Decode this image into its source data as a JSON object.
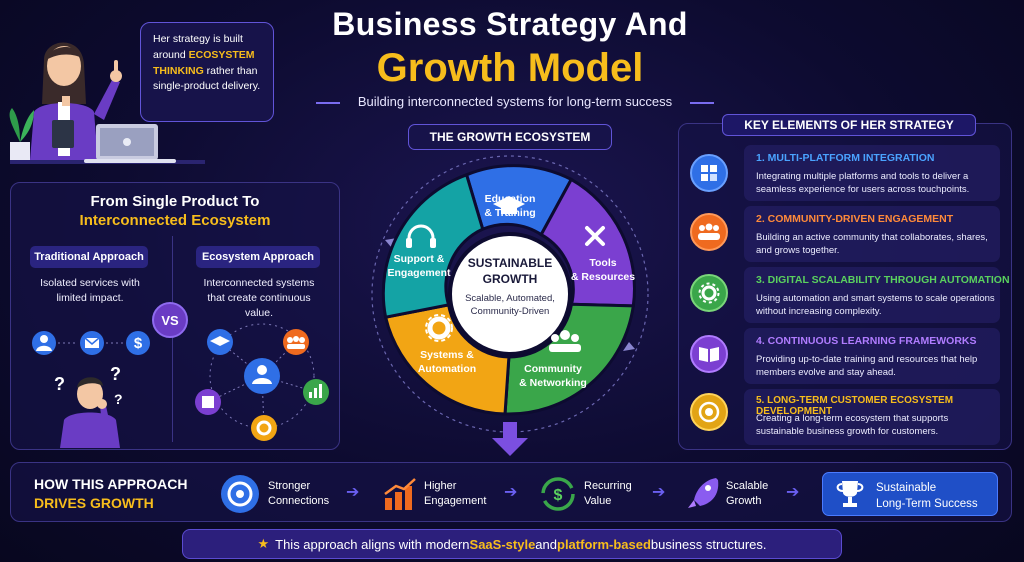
{
  "title": {
    "line1": "Business Strategy And",
    "line2": "Growth Model",
    "subtitle": "Building interconnected systems for long-term success"
  },
  "bubble": {
    "p1": "Her strategy is built around ",
    "hl": "ECOSYSTEM THINKING",
    "p2": " rather than single-product delivery."
  },
  "left": {
    "title_line1": "From Single Product To",
    "title_line2": "Interconnected Ecosystem",
    "traditional": {
      "label": "Traditional Approach",
      "desc": "Isolated services with limited impact."
    },
    "vs": "VS",
    "ecosystem": {
      "label": "Ecosystem Approach",
      "desc": "Interconnected systems that create continuous value."
    },
    "question_marks": [
      "?",
      "?",
      "?"
    ]
  },
  "center": {
    "header": "THE GROWTH ECOSYSTEM",
    "core": {
      "title_line1": "SUSTAINABLE",
      "title_line2": "GROWTH",
      "desc_line1": "Scalable, Automated,",
      "desc_line2": "Community-Driven"
    },
    "segments": [
      {
        "line1": "Education",
        "line2": "& Training",
        "color": "#2f6fe6"
      },
      {
        "line1": "Tools",
        "line2": "& Resources",
        "color": "#7b3fd1"
      },
      {
        "line1": "Community",
        "line2": "& Networking",
        "color": "#3aa64a"
      },
      {
        "line1": "Systems &",
        "line2": "Automation",
        "color": "#f2a514"
      },
      {
        "line1": "Support &",
        "line2": "Engagement",
        "color": "#14a3a5"
      }
    ]
  },
  "right": {
    "header": "KEY ELEMENTS OF HER STRATEGY",
    "items": [
      {
        "title": "1. MULTI-PLATFORM INTEGRATION",
        "desc": "Integrating multiple platforms and tools to deliver a seamless experience for users across touchpoints.",
        "color": "#2f6fe6",
        "title_color": "#4aa3ff"
      },
      {
        "title": "2. COMMUNITY-DRIVEN ENGAGEMENT",
        "desc": "Building an active community that collaborates, shares, and grows together.",
        "color": "#ef6a1f",
        "title_color": "#ff8a3a"
      },
      {
        "title": "3. DIGITAL SCALABILITY THROUGH AUTOMATION",
        "desc": "Using automation and smart systems to scale operations without increasing complexity.",
        "color": "#3aa64a",
        "title_color": "#5ad15e"
      },
      {
        "title": "4. CONTINUOUS LEARNING FRAMEWORKS",
        "desc": "Providing up-to-date training and resources that help members evolve and stay ahead.",
        "color": "#7b3fd1",
        "title_color": "#b07cff"
      },
      {
        "title": "5. LONG-TERM CUSTOMER ECOSYSTEM DEVELOPMENT",
        "desc": "Creating a long-term ecosystem that supports sustainable business growth for customers.",
        "color": "#e2a414",
        "title_color": "#f7bd1c"
      }
    ]
  },
  "bottom": {
    "title_line1": "HOW THIS APPROACH",
    "title_line2": "DRIVES GROWTH",
    "steps": [
      {
        "line1": "Stronger",
        "line2": "Connections"
      },
      {
        "line1": "Higher",
        "line2": "Engagement"
      },
      {
        "line1": "Recurring",
        "line2": "Value"
      },
      {
        "line1": "Scalable",
        "line2": "Growth"
      }
    ],
    "final": {
      "line1": "Sustainable",
      "line2": "Long-Term Success"
    }
  },
  "footer": {
    "p1": "This approach aligns with modern ",
    "hl1": "SaaS-style",
    "p2": " and ",
    "hl2": "platform-based",
    "p3": " business structures."
  }
}
